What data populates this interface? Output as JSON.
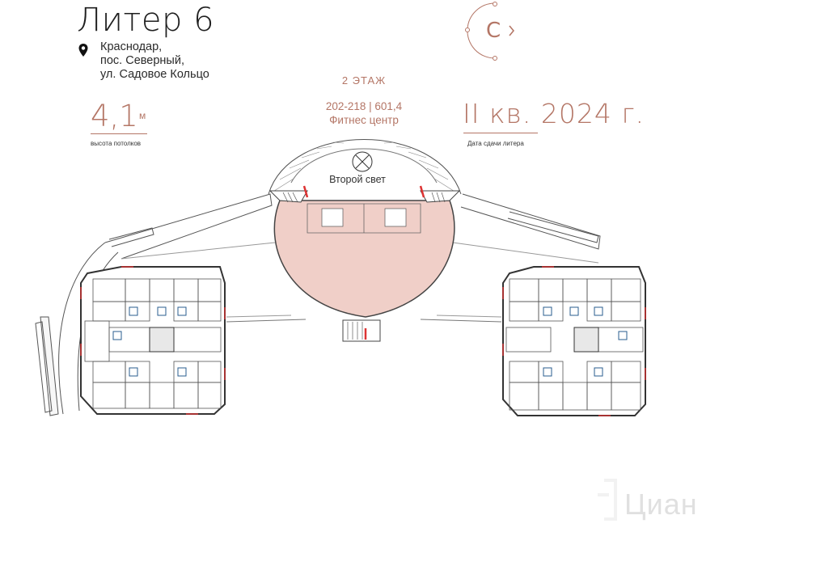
{
  "header": {
    "title": "Литер 6",
    "address_lines": [
      "Краснодар,",
      "пос. Северный,",
      "ул. Садовое Кольцо"
    ]
  },
  "stats": {
    "ceiling_value": "4,1",
    "ceiling_unit": "м",
    "ceiling_caption": "высота потолков",
    "delivery_value": "II кв. 2024 г.",
    "delivery_caption": "Дата сдачи литера"
  },
  "plan": {
    "floor_label": "2 ЭТАЖ",
    "room_numbers": "202-218 | 601,4",
    "room_name": "Фитнес центр",
    "second_light": "Второй свет"
  },
  "watermark": {
    "text": "Циан"
  },
  "colors": {
    "accent": "#b47666",
    "highlight_fill": "#f0cfc8"
  },
  "icons": {
    "location": "map-pin-icon",
    "logo": "c-logo-icon"
  }
}
